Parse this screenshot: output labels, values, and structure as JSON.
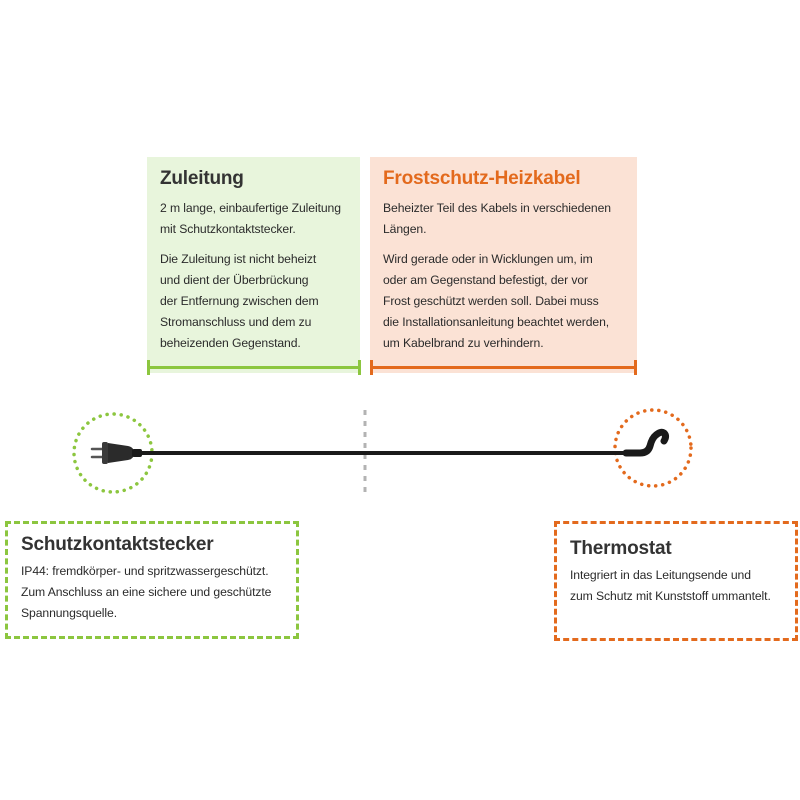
{
  "supply_panel": {
    "title": "Zuleitung",
    "lines_a": [
      "2 m lange, einbaufertige Zuleitung",
      "mit Schutzkontaktstecker."
    ],
    "lines_b": [
      "Die Zuleitung ist nicht beheizt",
      "und dient der Überbrückung",
      "der Entfernung zwischen dem",
      "Stromanschluss und dem zu",
      "beheizenden Gegenstand."
    ]
  },
  "heating_panel": {
    "title": "Frostschutz-Heizkabel",
    "lines_a": [
      "Beheizter Teil des Kabels in verschiedenen",
      "Längen."
    ],
    "lines_b": [
      "Wird gerade oder in Wicklungen um, im",
      "oder am Gegenstand befestigt, der vor",
      "Frost geschützt werden soll. Dabei muss",
      "die Installationsanleitung beachtet werden,",
      "um Kabelbrand zu verhindern."
    ]
  },
  "plug_callout": {
    "title": "Schutzkontaktstecker",
    "lines": [
      "IP44: fremdkörper- und spritzwassergeschützt.",
      "Zum Anschluss an eine sichere und geschützte",
      "Spannungsquelle."
    ]
  },
  "thermostat_callout": {
    "title": "Thermostat",
    "lines": [
      "Integriert in das Leitungsende und",
      "zum Schutz mit Kunststoff ummantelt."
    ]
  },
  "colors": {
    "green": "#8cc63f",
    "orange": "#e36a1d",
    "green_panel_bg": "#e8f5dc",
    "orange_panel_bg": "#fbe2d5",
    "cable": "#1a1a1a",
    "divider": "#b3b3b3"
  },
  "icons": [
    "plug-icon",
    "thermostat-end-icon"
  ]
}
